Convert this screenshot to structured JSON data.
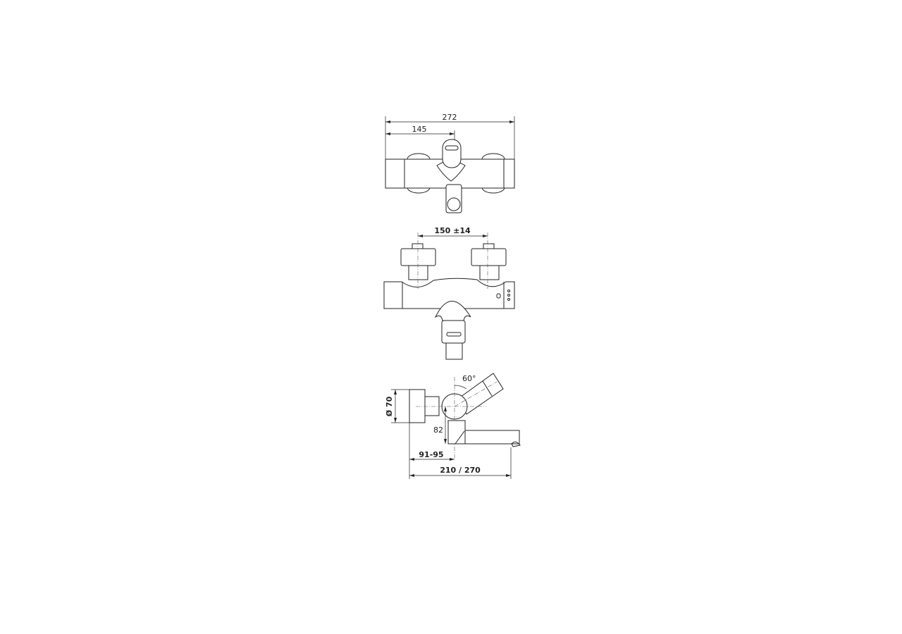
{
  "top_view": {
    "overall_width": "272",
    "center_offset": "145"
  },
  "front_view": {
    "inlet_spacing": "150 ±14"
  },
  "side_view": {
    "rosette_diameter": "Ø 70",
    "handle_angle": "60°",
    "spout_height": "82",
    "wall_distance": "91-95",
    "spout_projection": "210 / 270"
  }
}
